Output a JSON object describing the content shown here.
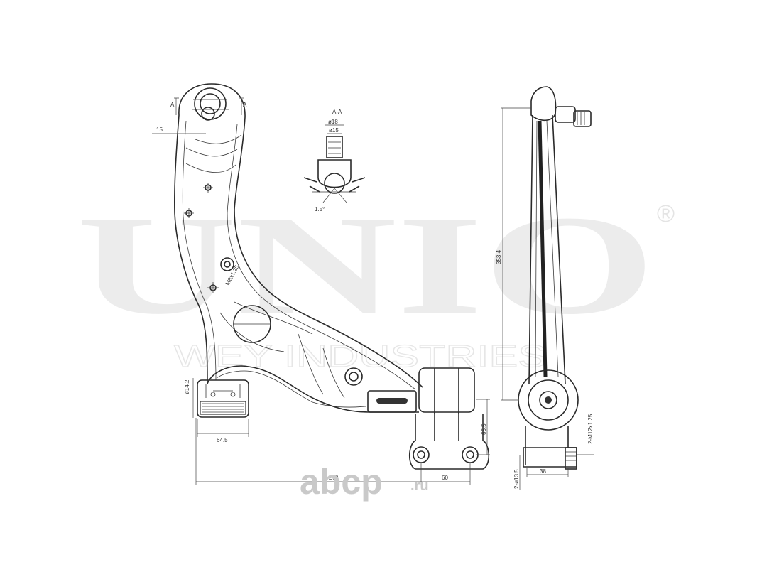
{
  "watermark": {
    "brand": "UNIO",
    "registered": "®",
    "tagline": "WEY INDUSTRIES",
    "site_main": "abcp",
    "site_tld": ".ru"
  },
  "section": {
    "title": "A-A",
    "mark_left": "A",
    "mark_right": "A",
    "dia_outer": "ø18",
    "dia_inner": "ø15",
    "taper": "1.5°"
  },
  "dimensions": {
    "d15": "15",
    "thread_m8": "M8x1.25",
    "bush_dia": "ø14.2",
    "bush_width": "64.5",
    "overall_len": "273",
    "bracket_width": "60",
    "bracket_height": "65.5",
    "arm_height": "353.4",
    "thread_m12": "2-M12x1.25",
    "holes": "2-ø13.5",
    "side_width": "38"
  }
}
